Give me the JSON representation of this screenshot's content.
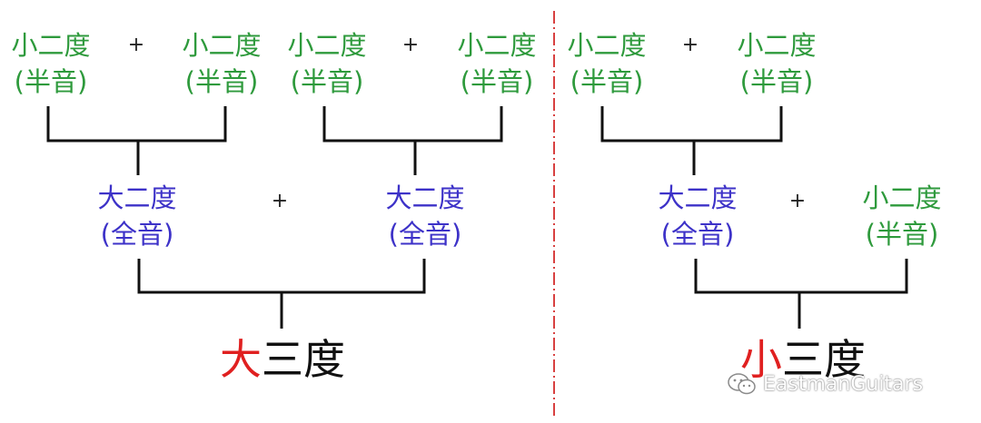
{
  "diagram": {
    "minor_second": {
      "line1": "小二度",
      "line2": "(半音)"
    },
    "major_second": {
      "line1": "大二度",
      "line2": "(全音)"
    },
    "plus": "+",
    "major_third": {
      "accent": "大",
      "rest": "三度"
    },
    "minor_third": {
      "accent": "小",
      "rest": "三度"
    },
    "colors": {
      "minor_second": "#2e9a3c",
      "major_second": "#3d32c8",
      "accent": "#e02020",
      "divider": "#d84040"
    }
  },
  "watermark": {
    "text": "EastmanGuitars",
    "icon": "wechat-icon"
  }
}
